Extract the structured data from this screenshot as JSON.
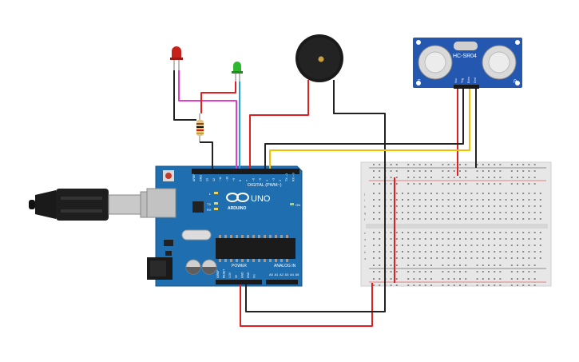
{
  "circuit": {
    "arduino": {
      "logo_text": "ARDUINO",
      "model": "UNO",
      "header_digital": "DIGITAL (PWM~)",
      "header_power": "POWER",
      "header_analog": "ANALOG IN",
      "on_label": "ON",
      "led_l": "L",
      "led_tx": "TX",
      "led_rx": "RX",
      "digital_pins": [
        "AREF",
        "GND",
        "13",
        "12",
        "~11",
        "~10",
        "~9",
        "8",
        "7",
        "~6",
        "~5",
        "4",
        "~3",
        "2",
        "TX→1",
        "RX←0"
      ],
      "power_pins": [
        "IOREF",
        "RESET",
        "3.3V",
        "5V",
        "GND",
        "GND",
        "Vin"
      ],
      "analog_pins": [
        "A0",
        "A1",
        "A2",
        "A3",
        "A4",
        "A5"
      ]
    },
    "sensor": {
      "name": "HC-SR04",
      "pins": [
        "Vcc",
        "Trig",
        "Echo",
        "Gnd"
      ],
      "side_left": "T",
      "side_right": "R"
    },
    "breadboard": {
      "row_letters_top": [
        "j",
        "i",
        "h",
        "g",
        "f"
      ],
      "row_letters_bottom": [
        "e",
        "d",
        "c",
        "b",
        "a"
      ],
      "columns": 30
    },
    "colors": {
      "board": "#1f6fb0",
      "wire_red": "#e02020",
      "wire_black": "#222222",
      "wire_yellow": "#f2c200",
      "wire_pink": "#e040c8",
      "wire_blue": "#2a9fd8",
      "led_red": "#c8201a",
      "led_green": "#2fb82f",
      "sensor_blue": "#2458b0",
      "breadboard": "#e7e7e7"
    }
  }
}
